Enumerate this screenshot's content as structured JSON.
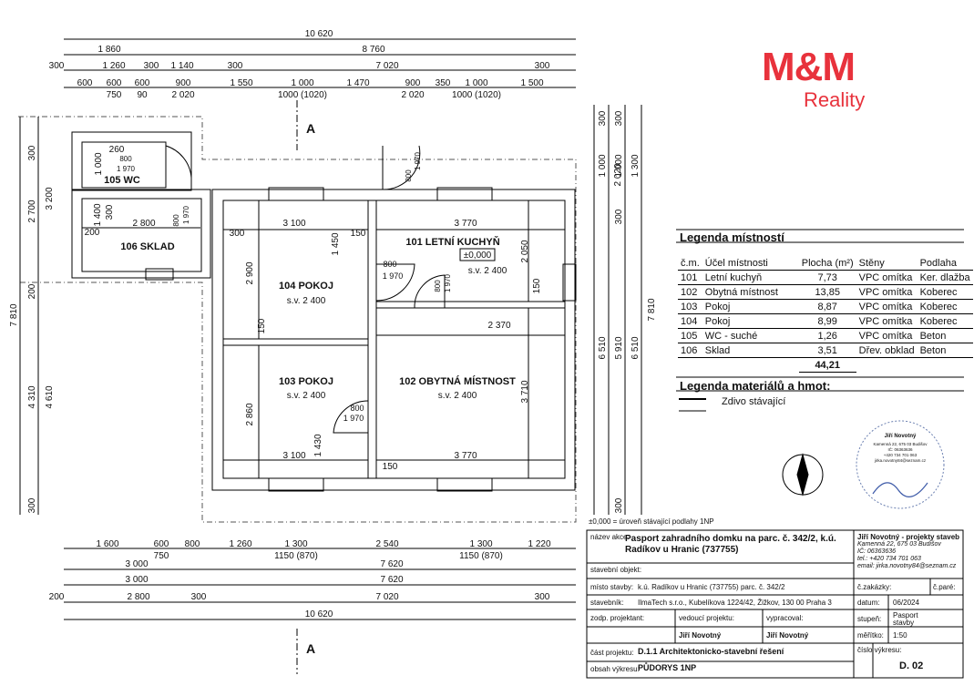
{
  "brand": {
    "logo_main": "M&M",
    "logo_sub": "Reality",
    "color": "#e8323c"
  },
  "plan": {
    "dims_top": {
      "overall": "10 620",
      "row2": [
        "1 860",
        "8 760"
      ],
      "row3": [
        "300",
        "1 260",
        "300",
        "1 140",
        "300",
        "7 020",
        "300"
      ],
      "row4": [
        "600",
        "600",
        "600",
        "900",
        "1 550",
        "1 000",
        "1 470",
        "900",
        "350",
        "1 000",
        "1 500"
      ],
      "row4b": [
        "750",
        "90",
        "2 020",
        "1000 (1020)",
        "2 020",
        "1000 (1020)"
      ]
    },
    "dims_bottom": {
      "row1": [
        "1 600",
        "600",
        "800",
        "1 260",
        "1 300",
        "2 540",
        "1 300",
        "1 220"
      ],
      "row1b": [
        "750",
        "1150 (870)",
        "1150 (870)"
      ],
      "row2": [
        "3 000",
        "7 620"
      ],
      "row3": [
        "3 000",
        "7 620"
      ],
      "row4": [
        "200",
        "2 800",
        "300",
        "7 020",
        "300"
      ],
      "overall": "10 620"
    },
    "dims_left": [
      "300",
      "3 200",
      "2 700",
      "1 000",
      "1 400",
      "300",
      "200",
      "7 810",
      "4 310",
      "4 610",
      "300"
    ],
    "dims_right": [
      "300",
      "300",
      "1 000",
      "2 020",
      "1 000",
      "1 300",
      "300",
      "7 810",
      "6 510",
      "5 910",
      "6 510",
      "300"
    ],
    "rooms": [
      {
        "name": "105 WC",
        "dims": [
          "260",
          "800",
          "1 970",
          "1 000"
        ]
      },
      {
        "name": "106 SKLAD",
        "dims": [
          "2 800",
          "200",
          "300",
          "800",
          "1 970"
        ]
      },
      {
        "name": "104 POKOJ",
        "sv": "s.v. 2 400",
        "dims": [
          "3 100",
          "300",
          "2 900",
          "1 450",
          "150",
          "800",
          "1 970"
        ]
      },
      {
        "name": "101 LETNÍ KUCHYŇ",
        "sv": "s.v. 2 400",
        "level": "±0,000",
        "dims": [
          "3 770",
          "2 050",
          "800",
          "1 970",
          "150",
          "800",
          "1 970"
        ]
      },
      {
        "name": "103 POKOJ",
        "sv": "s.v. 2 400",
        "dims": [
          "2 860",
          "3 100",
          "1 430",
          "150",
          "800",
          "1 970"
        ]
      },
      {
        "name": "102 OBYTNÁ MÍSTNOST",
        "sv": "s.v. 2 400",
        "dims": [
          "2 370",
          "3 710",
          "3 770",
          "150"
        ]
      }
    ],
    "section_mark": "A",
    "note": "±0,000 = úroveň stávající podlahy 1NP"
  },
  "legend_rooms": {
    "title": "Legenda místností",
    "headers": [
      "č.m.",
      "Účel místnosti",
      "Plocha (m²)",
      "Stěny",
      "Podlaha"
    ],
    "rows": [
      [
        "101",
        "Letní kuchyň",
        "7,73",
        "VPC omítka",
        "Ker. dlažba"
      ],
      [
        "102",
        "Obytná místnost",
        "13,85",
        "VPC omítka",
        "Koberec"
      ],
      [
        "103",
        "Pokoj",
        "8,87",
        "VPC omítka",
        "Koberec"
      ],
      [
        "104",
        "Pokoj",
        "8,99",
        "VPC omítka",
        "Koberec"
      ],
      [
        "105",
        "WC - suché",
        "1,26",
        "VPC omítka",
        "Beton"
      ],
      [
        "106",
        "Sklad",
        "3,51",
        "Dřev. obklad",
        "Beton"
      ]
    ],
    "total": "44,21"
  },
  "legend_materials": {
    "title": "Legenda materiálů a hmot:",
    "items": [
      "Zdivo stávající"
    ]
  },
  "stamp": {
    "name": "Jiří Novotný",
    "lines": [
      "Kamenná 22, 675 03 Budišov",
      "IČ: 06363636",
      "+420 734 701 063",
      "jirka.novotny84@seznam.cz"
    ]
  },
  "title_block": {
    "action_label": "název akce:",
    "action_value": "Pasport zahradního domku na parc. č. 342/2, k.ú. Radíkov u Hranic (737755)",
    "author_title": "Jiří Novotný - projekty staveb",
    "author_lines": [
      "Kamenná 22, 675 03 Budišov",
      "IČ: 06363636",
      "tel.: +420 734 701 063",
      "email: jirka.novotny84@seznam.cz"
    ],
    "object_label": "stavební objekt:",
    "place_label": "místo stavby:",
    "place_value": "k.ú. Radíkov u Hranic (737755) parc. č. 342/2",
    "investor_label": "stavebník:",
    "investor_value": "IlmaTech s.r.o., Kubelíkova 1224/42, Žižkov, 130 00 Praha 3",
    "resp_label": "zodp. projektant:",
    "lead_label": "vedoucí projektu:",
    "made_label": "vypracoval:",
    "lead_value": "Jiří Novotný",
    "made_value": "Jiří Novotný",
    "order_label": "č.zakázky:",
    "copy_label": "č.paré:",
    "date_label": "datum:",
    "date_value": "06/2024",
    "stage_label": "stupeň:",
    "stage_value_1": "Pasport",
    "stage_value_2": "stavby",
    "scale_label": "měřítko:",
    "scale_value": "1:50",
    "part_label": "část projektu:",
    "part_value": "D.1.1  Architektonicko-stavební řešení",
    "content_label": "obsah výkresu:",
    "content_value": "PŮDORYS 1NP",
    "drawing_no_label": "číslo výkresu:",
    "drawing_no_value": "D. 02"
  }
}
